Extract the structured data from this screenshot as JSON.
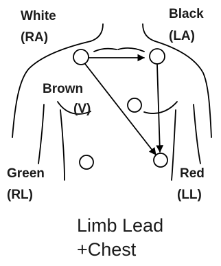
{
  "electrodes": {
    "white": {
      "name": "White",
      "code": "(RA)"
    },
    "black": {
      "name": "Black",
      "code": "(LA)"
    },
    "brown": {
      "name": "Brown",
      "code": "(V)"
    },
    "green": {
      "name": "Green",
      "code": "(RL)"
    },
    "red": {
      "name": "Red",
      "code": "(LL)"
    }
  },
  "caption": {
    "line1": "Limb Lead",
    "line2": "+Chest"
  }
}
